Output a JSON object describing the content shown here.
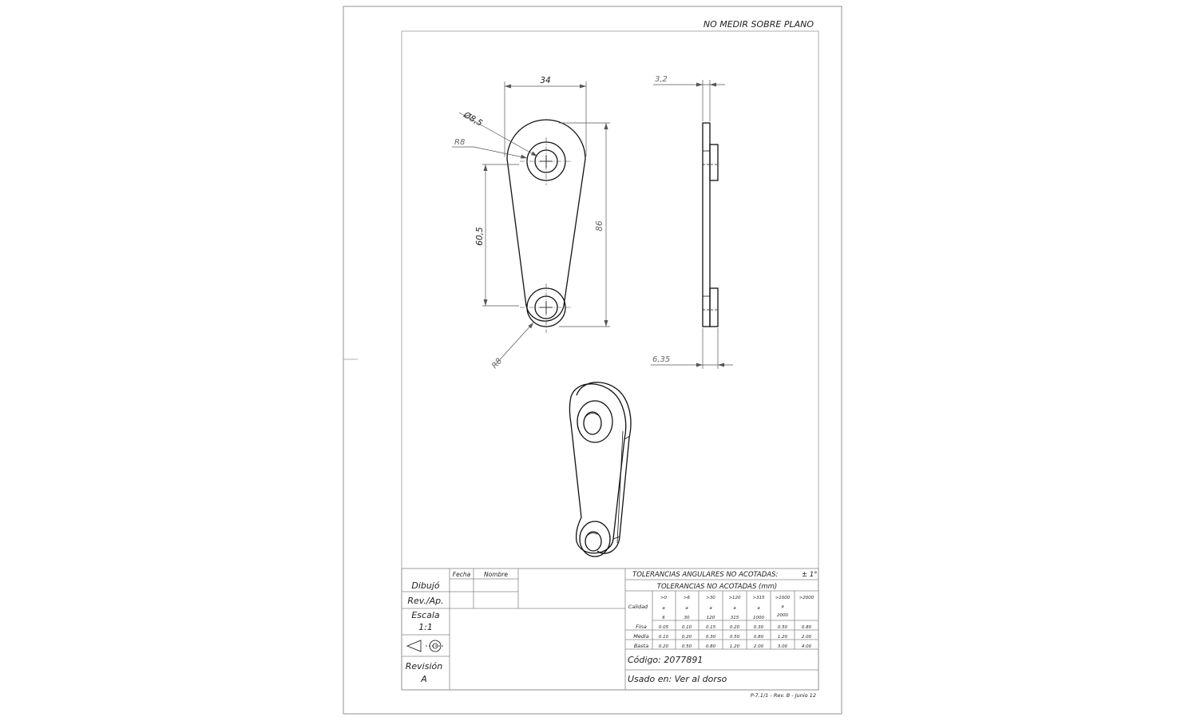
{
  "header": {
    "note": "NO MEDIR SOBRE PLANO"
  },
  "dimensions": {
    "width": "34",
    "hole": "Ø8,5",
    "radius_top": "R8",
    "center_distance": "60,5",
    "length": "86",
    "radius_bottom": "R8",
    "plate_thickness": "3,2",
    "total_thickness": "6,35"
  },
  "title_block": {
    "col_fecha": "Fecha",
    "col_nombre": "Nombre",
    "dibujo": "Dibujó",
    "rev_ap": "Rev./Ap.",
    "escala_label": "Escala",
    "escala_value": "1:1",
    "revision_label": "Revisión",
    "revision_value": "A",
    "tol_angular": "TOLERANCIAS ANGULARES NO ACOTADAS:",
    "tol_angular_value": "± 1°",
    "tol_linear": "TOLERANCIAS NO ACOTADAS (mm)",
    "calidad": "Calidad",
    "ranges": [
      [
        ">0",
        "a",
        "6"
      ],
      [
        ">6",
        "a",
        "30"
      ],
      [
        ">30",
        "a",
        "120"
      ],
      [
        ">120",
        "a",
        "315"
      ],
      [
        ">315",
        "a",
        "1000"
      ],
      [
        ">1000",
        "a",
        "2000"
      ],
      [
        ">2000",
        "",
        ""
      ]
    ],
    "rows": [
      {
        "name": "Fina",
        "values": [
          "0.05",
          "0.10",
          "0.15",
          "0.20",
          "0.30",
          "0.50",
          "0.80"
        ]
      },
      {
        "name": "Media",
        "values": [
          "0.10",
          "0.20",
          "0.30",
          "0.50",
          "0.80",
          "1.20",
          "2.00"
        ]
      },
      {
        "name": "Basta",
        "values": [
          "0.20",
          "0.50",
          "0.80",
          "1.20",
          "2.00",
          "3.00",
          "4.00"
        ]
      }
    ],
    "codigo": "Código: 2077891",
    "usado": "Usado en: Ver al dorso",
    "footer": "P-7.1/1 - Rev. B - Junio 12"
  }
}
